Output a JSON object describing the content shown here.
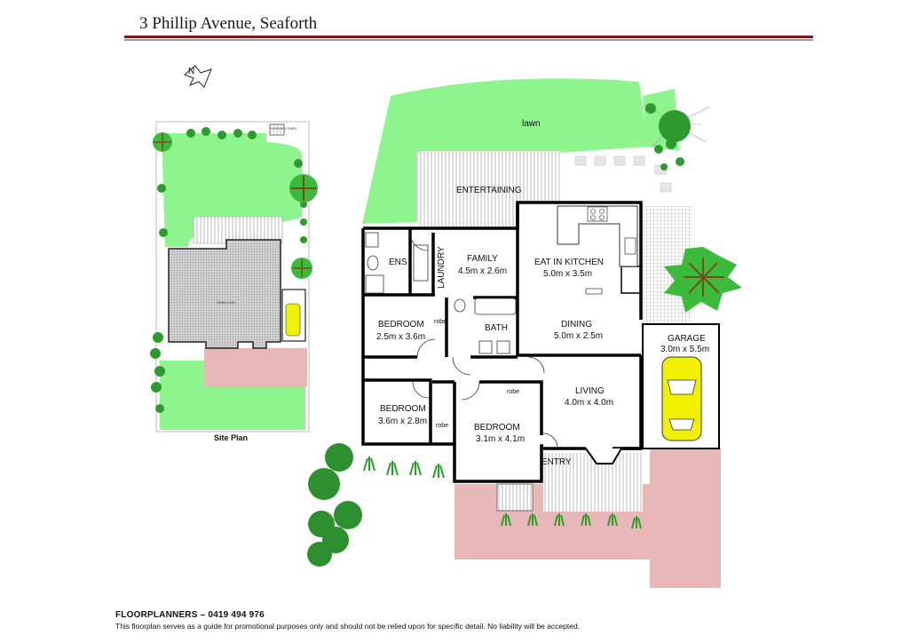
{
  "title": "3 Phillip Avenue, Seaforth",
  "north_label": "N",
  "site_plan": {
    "caption": "Site Plan",
    "dwelling_label": "DWELLING",
    "shed_label": "GARDEN SHED"
  },
  "rooms": {
    "lawn": "lawn",
    "entertaining": "ENTERTAINING",
    "ens": "ENS",
    "laundry": "LAUNDRY",
    "family": "FAMILY",
    "family_dim": "4.5m x 2.6m",
    "kitchen": "EAT IN KITCHEN",
    "kitchen_dim": "5.0m x 3.5m",
    "bed1": "BEDROOM",
    "bed1_dim": "2.5m x 3.6m",
    "robe1": "robe",
    "bath": "BATH",
    "dining": "DINING",
    "dining_dim": "5.0m x 2.5m",
    "garage": "GARAGE",
    "garage_dim": "3.0m x 5.5m",
    "bed2": "BEDROOM",
    "bed2_dim": "3.6m x 2.8m",
    "robe2": "robe",
    "robe3": "robe",
    "bed3": "BEDROOM",
    "bed3_dim": "3.1m x 4.1m",
    "living": "LIVING",
    "living_dim": "4.0m x 4.0m",
    "entry": "ENTRY"
  },
  "footer": {
    "company": "FLOORPLANNERS – 0419 494 976",
    "disclaimer": "This floorplan serves as a guide for promotional purposes only and should not be relied upon for specific detail.  No liability will be accepted."
  },
  "colors": {
    "lawn": "#8ef58e",
    "paving": "#e8b8b8",
    "wall": "#000000",
    "car": "#f0f000",
    "tree": "#2e9a2e"
  }
}
